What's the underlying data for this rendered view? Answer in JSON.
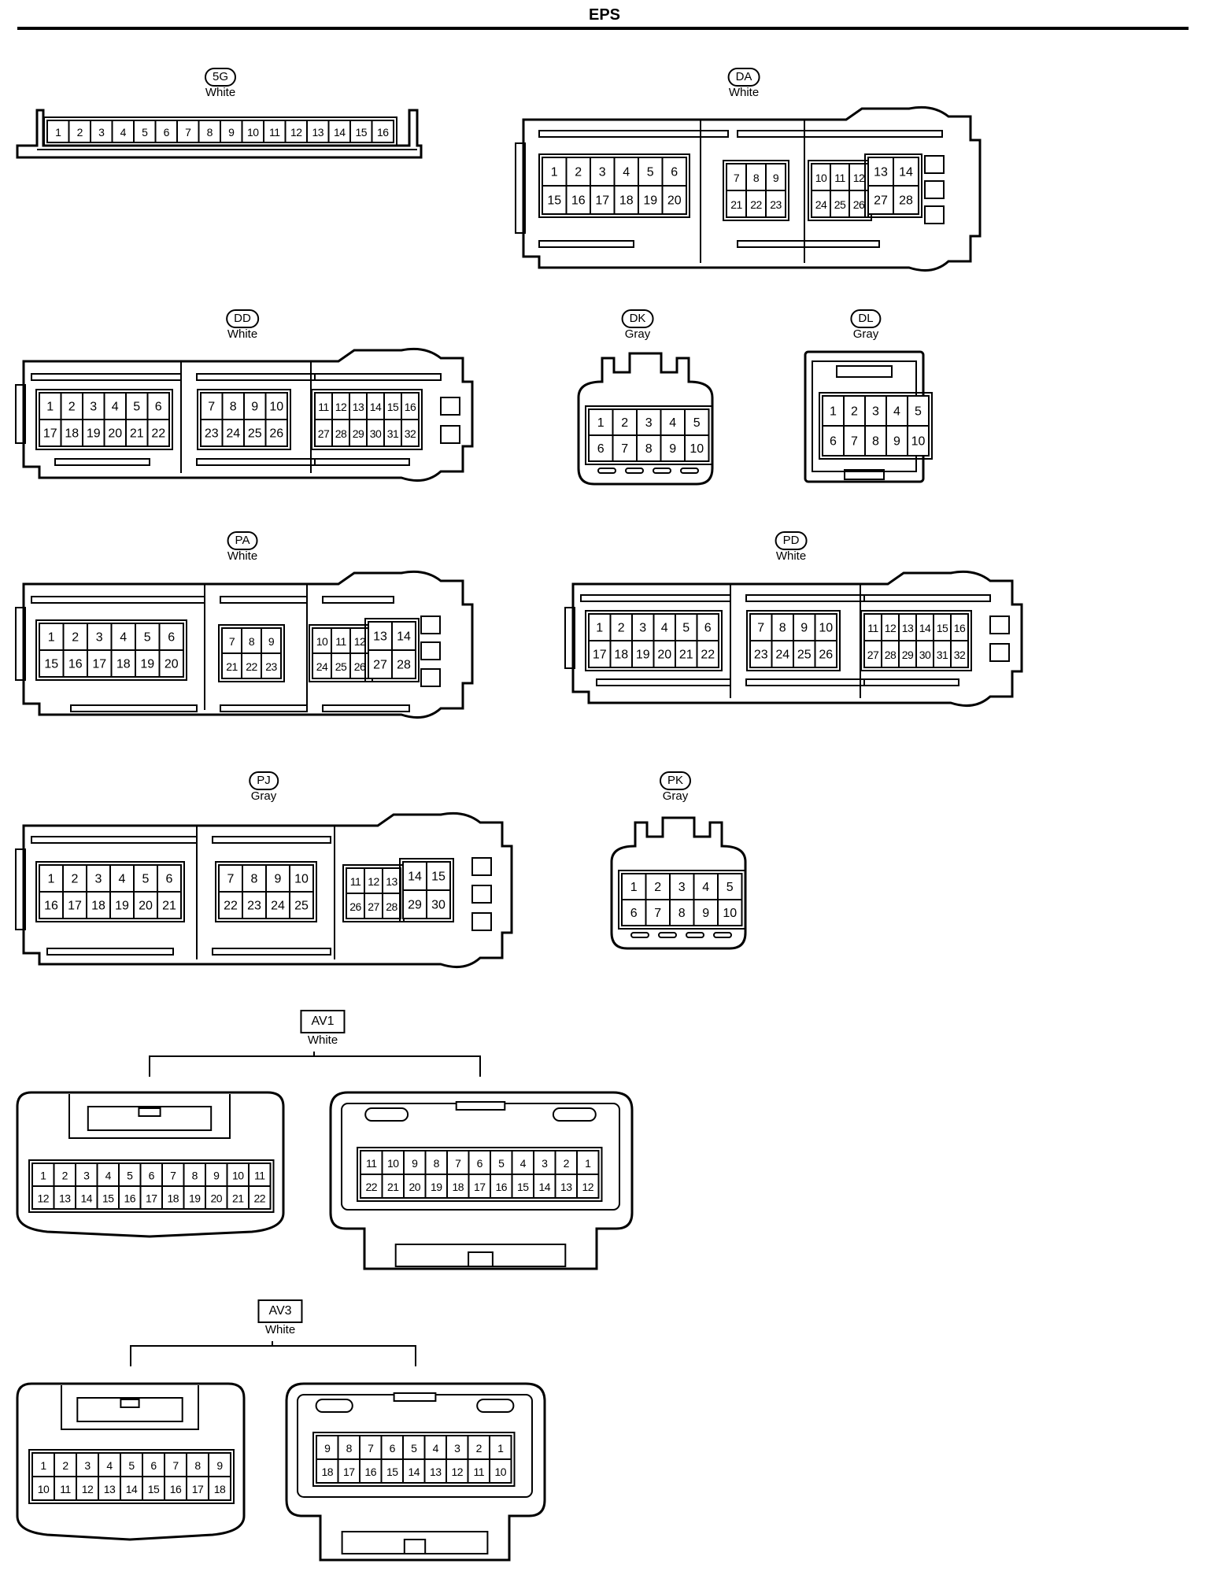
{
  "title": "EPS",
  "connectors": [
    {
      "id": "5G",
      "color": "White",
      "rows": [
        [
          "1",
          "2",
          "3",
          "4",
          "5",
          "6",
          "7",
          "8",
          "9",
          "10",
          "11",
          "12",
          "13",
          "14",
          "15",
          "16"
        ]
      ]
    },
    {
      "id": "DA",
      "color": "White",
      "groups": [
        {
          "rows": [
            [
              "1",
              "2",
              "3",
              "4",
              "5",
              "6"
            ],
            [
              "15",
              "16",
              "17",
              "18",
              "19",
              "20"
            ]
          ]
        },
        {
          "rows": [
            [
              "7",
              "8",
              "9"
            ],
            [
              "21",
              "22",
              "23"
            ]
          ]
        },
        {
          "rows": [
            [
              "10",
              "11",
              "12"
            ],
            [
              "24",
              "25",
              "26"
            ]
          ]
        },
        {
          "rows": [
            [
              "13",
              "14"
            ],
            [
              "27",
              "28"
            ]
          ]
        }
      ]
    },
    {
      "id": "DD",
      "color": "White",
      "groups": [
        {
          "rows": [
            [
              "1",
              "2",
              "3",
              "4",
              "5",
              "6"
            ],
            [
              "17",
              "18",
              "19",
              "20",
              "21",
              "22"
            ]
          ]
        },
        {
          "rows": [
            [
              "7",
              "8",
              "9",
              "10"
            ],
            [
              "23",
              "24",
              "25",
              "26"
            ]
          ]
        },
        {
          "rows": [
            [
              "11",
              "12",
              "13",
              "14",
              "15",
              "16"
            ],
            [
              "27",
              "28",
              "29",
              "30",
              "31",
              "32"
            ]
          ]
        }
      ]
    },
    {
      "id": "DK",
      "color": "Gray",
      "rows": [
        [
          "1",
          "2",
          "3",
          "4",
          "5"
        ],
        [
          "6",
          "7",
          "8",
          "9",
          "10"
        ]
      ]
    },
    {
      "id": "DL",
      "color": "Gray",
      "rows": [
        [
          "1",
          "2",
          "3",
          "4",
          "5"
        ],
        [
          "6",
          "7",
          "8",
          "9",
          "10"
        ]
      ]
    },
    {
      "id": "PA",
      "color": "White",
      "groups": [
        {
          "rows": [
            [
              "1",
              "2",
              "3",
              "4",
              "5",
              "6"
            ],
            [
              "15",
              "16",
              "17",
              "18",
              "19",
              "20"
            ]
          ]
        },
        {
          "rows": [
            [
              "7",
              "8",
              "9"
            ],
            [
              "21",
              "22",
              "23"
            ]
          ]
        },
        {
          "rows": [
            [
              "10",
              "11",
              "12"
            ],
            [
              "24",
              "25",
              "26"
            ]
          ]
        },
        {
          "rows": [
            [
              "13",
              "14"
            ],
            [
              "27",
              "28"
            ]
          ]
        }
      ]
    },
    {
      "id": "PD",
      "color": "White",
      "groups": [
        {
          "rows": [
            [
              "1",
              "2",
              "3",
              "4",
              "5",
              "6"
            ],
            [
              "17",
              "18",
              "19",
              "20",
              "21",
              "22"
            ]
          ]
        },
        {
          "rows": [
            [
              "7",
              "8",
              "9",
              "10"
            ],
            [
              "23",
              "24",
              "25",
              "26"
            ]
          ]
        },
        {
          "rows": [
            [
              "11",
              "12",
              "13",
              "14",
              "15",
              "16"
            ],
            [
              "27",
              "28",
              "29",
              "30",
              "31",
              "32"
            ]
          ]
        }
      ]
    },
    {
      "id": "PJ",
      "color": "Gray",
      "groups": [
        {
          "rows": [
            [
              "1",
              "2",
              "3",
              "4",
              "5",
              "6"
            ],
            [
              "16",
              "17",
              "18",
              "19",
              "20",
              "21"
            ]
          ]
        },
        {
          "rows": [
            [
              "7",
              "8",
              "9",
              "10"
            ],
            [
              "22",
              "23",
              "24",
              "25"
            ]
          ]
        },
        {
          "rows": [
            [
              "11",
              "12",
              "13"
            ],
            [
              "26",
              "27",
              "28"
            ]
          ]
        },
        {
          "rows": [
            [
              "14",
              "15"
            ],
            [
              "29",
              "30"
            ]
          ]
        }
      ]
    },
    {
      "id": "PK",
      "color": "Gray",
      "rows": [
        [
          "1",
          "2",
          "3",
          "4",
          "5"
        ],
        [
          "6",
          "7",
          "8",
          "9",
          "10"
        ]
      ]
    }
  ],
  "joint_connectors": [
    {
      "id": "AV1",
      "color": "White",
      "left": {
        "rows": [
          [
            "1",
            "2",
            "3",
            "4",
            "5",
            "6",
            "7",
            "8",
            "9",
            "10",
            "11"
          ],
          [
            "12",
            "13",
            "14",
            "15",
            "16",
            "17",
            "18",
            "19",
            "20",
            "21",
            "22"
          ]
        ]
      },
      "right": {
        "rows": [
          [
            "11",
            "10",
            "9",
            "8",
            "7",
            "6",
            "5",
            "4",
            "3",
            "2",
            "1"
          ],
          [
            "22",
            "21",
            "20",
            "19",
            "18",
            "17",
            "16",
            "15",
            "14",
            "13",
            "12"
          ]
        ]
      }
    },
    {
      "id": "AV3",
      "color": "White",
      "left": {
        "rows": [
          [
            "1",
            "2",
            "3",
            "4",
            "5",
            "6",
            "7",
            "8",
            "9"
          ],
          [
            "10",
            "11",
            "12",
            "13",
            "14",
            "15",
            "16",
            "17",
            "18"
          ]
        ]
      },
      "right": {
        "rows": [
          [
            "9",
            "8",
            "7",
            "6",
            "5",
            "4",
            "3",
            "2",
            "1"
          ],
          [
            "18",
            "17",
            "16",
            "15",
            "14",
            "13",
            "12",
            "11",
            "10"
          ]
        ]
      }
    }
  ]
}
